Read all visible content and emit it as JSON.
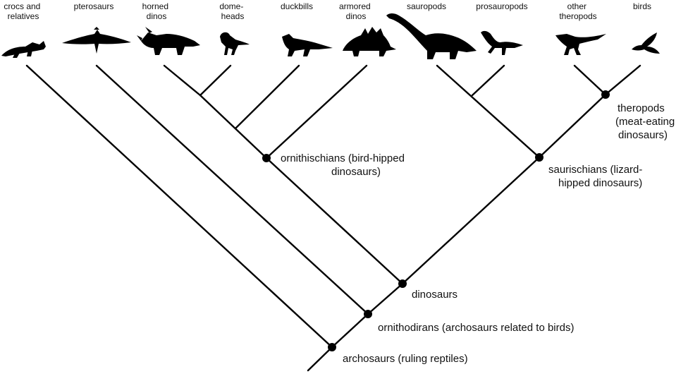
{
  "taxa": [
    {
      "label": [
        "crocs and",
        "relatives"
      ],
      "icon": "crocodile-silhouette-icon"
    },
    {
      "label": [
        "pterosaurs"
      ],
      "icon": "pterosaur-silhouette-icon"
    },
    {
      "label": [
        "horned",
        "dinos"
      ],
      "icon": "triceratops-silhouette-icon"
    },
    {
      "label": [
        "dome-",
        "heads"
      ],
      "icon": "pachycephalosaur-silhouette-icon"
    },
    {
      "label": [
        "duckbills"
      ],
      "icon": "hadrosaur-silhouette-icon"
    },
    {
      "label": [
        "armored",
        "dinos"
      ],
      "icon": "stegosaur-silhouette-icon"
    },
    {
      "label": [
        "sauropods"
      ],
      "icon": "sauropod-silhouette-icon"
    },
    {
      "label": [
        "prosauropods"
      ],
      "icon": "prosauropod-silhouette-icon"
    },
    {
      "label": [
        "other",
        "theropods"
      ],
      "icon": "theropod-silhouette-icon"
    },
    {
      "label": [
        "birds"
      ],
      "icon": "bird-silhouette-icon"
    }
  ],
  "clades": {
    "archosaurs": [
      "archosaurs (ruling reptiles)"
    ],
    "ornithodirans": [
      "ornithodirans (archosaurs related to birds)"
    ],
    "dinosaurs": [
      "dinosaurs"
    ],
    "ornithischians": [
      "ornithischians (bird-hipped",
      "dinosaurs)"
    ],
    "saurischians": [
      "saurischians (lizard-",
      "hipped dinosaurs)"
    ],
    "theropods": [
      "theropods",
      "(meat-eating",
      "dinosaurs)"
    ]
  },
  "colors": {
    "ink": "#000000",
    "background": "#ffffff"
  }
}
